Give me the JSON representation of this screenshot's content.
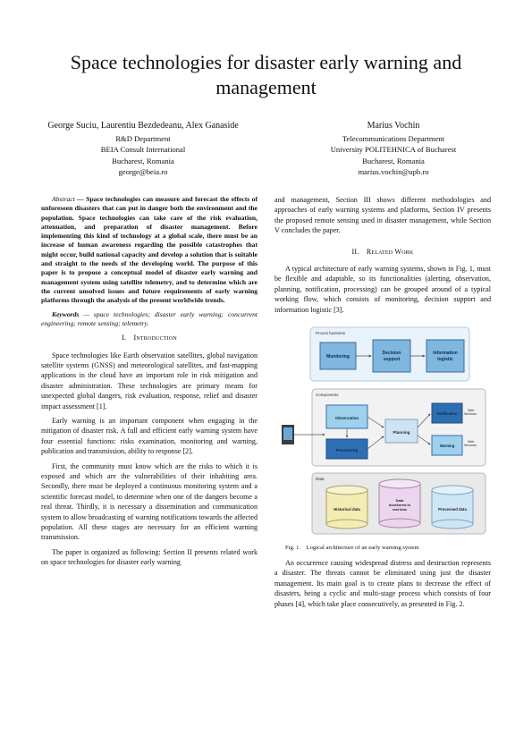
{
  "title": "Space technologies for disaster early warning and management",
  "authors": [
    {
      "names": "George Suciu, Laurentiu Bezdedeanu, Alex Ganaside",
      "lines": [
        "R&D Department",
        "BEIA Consult International",
        "Bucharest, Romania",
        "george@beia.ro"
      ]
    },
    {
      "names": "Marius Vochin",
      "lines": [
        "Telecommunications Department",
        "University POLITEHNICA of Bucharest",
        "Bucharest, Romania",
        "marius.vochin@upb.ro"
      ]
    }
  ],
  "abstract": {
    "label": "Abstract",
    "text": " — Space technologies can measure and forecast the effects of unforeseen disasters that can put in danger both the environment and the population. Space technologies can take care of the risk evaluation, attenuation, and preparation of disaster management. Before implementing this kind of technology at a global scale, there must be an increase of human awareness regarding the possible catastrophes that might occur, build national capacity and develop a solution that is suitable and straight to the needs of the developing world. The purpose of this paper is to propose a conceptual model of disaster early warning and management system using satellite telemetry, and to determine which are the current unsolved issues and future requirements of early warning platforms through the analysis of the present worldwide trends."
  },
  "keywords": {
    "label": "Keywords",
    "text": " — space technologies; disaster early warning; concurrent engineering; remote sensing; telemetry."
  },
  "section1": {
    "heading": "I. Introduction",
    "paragraphs": [
      "Space technologies like Earth observation satellites, global navigation satellite systems (GNSS) and meteorological satellites, and fast-mapping applications in the cloud have an important role in risk mitigation and disaster administration. These technologies are primary means for unexpected global dangers, risk evaluation, response, relief and disaster impact assessment [1].",
      "Early warning is an important component when engaging in the mitigation of disaster risk. A full and efficient early warning system have four essential functions: risks examination, monitoring and warning, publication and transmission, ability to response [2].",
      "First, the community must know which are the risks to which it is exposed and which are the vulnerabilities of their inhabiting area. Secondly, there must be deployed a continuous monitoring system and a scientific forecast model, to determine when one of the dangers become a real threat. Thirdly, it is necessary a dissemination and communication system to allow broadcasting of warning notifications towards the affected population. All these stages are necessary for an efficient warning transmission.",
      "The paper is organized as following: Section II presents related work on space technologies for disaster early warning"
    ]
  },
  "col2_intro": "and management, Section III shows different methodologies and approaches of early warning systems and platforms, Section IV presents the proposed remote sensing used in disaster management, while Section V concludes the paper.",
  "section2": {
    "heading": "II. Related Work",
    "paragraphs": [
      "A typical architecture of early warning systems, shown in Fig. 1, must be flexible and adaptable, so its functionalities (alerting, observation, planning, notification, processing) can be grouped around of a typical working flow, which consists of monitoring, decision support and information logistic [3]."
    ],
    "after": "An occurrence causing widespread distress and destruction represents a disaster. The threats cannot be eliminated using just the disaster management. Its main goal is to create plans to decrease the effect of disasters, being a cyclic and multi-stage process which consists of four phases [4], which take place consecutively, as presented in Fig. 2."
  },
  "figure": {
    "caption": "Fig. 1. Logical architecture of an early warning system",
    "process_label": "Proces business",
    "process_boxes": [
      "Monitoring",
      "Decision support",
      "Information logistic"
    ],
    "components_label": "Components",
    "component_boxes": [
      "Observation",
      "Processing",
      "Planning",
      "Notification",
      "Warning"
    ],
    "web_services": [
      "Web Services",
      "Web Services"
    ],
    "data_label": "Data",
    "data_items": [
      "Historical data",
      "Data monitored in real time",
      "Processed data"
    ],
    "colors": {
      "process_bg": "#eaf2fa",
      "box_blue": "#7fb7e0",
      "comp_blue": "#2e6fb3",
      "comp_light": "#9fd0ec",
      "planning": "#cfe3f3",
      "data_bg": "#e9e9e9",
      "cyl_yellow": "#f3ecb5",
      "cyl_pink": "#ecd6ee",
      "cyl_blue": "#cde6f6"
    }
  }
}
